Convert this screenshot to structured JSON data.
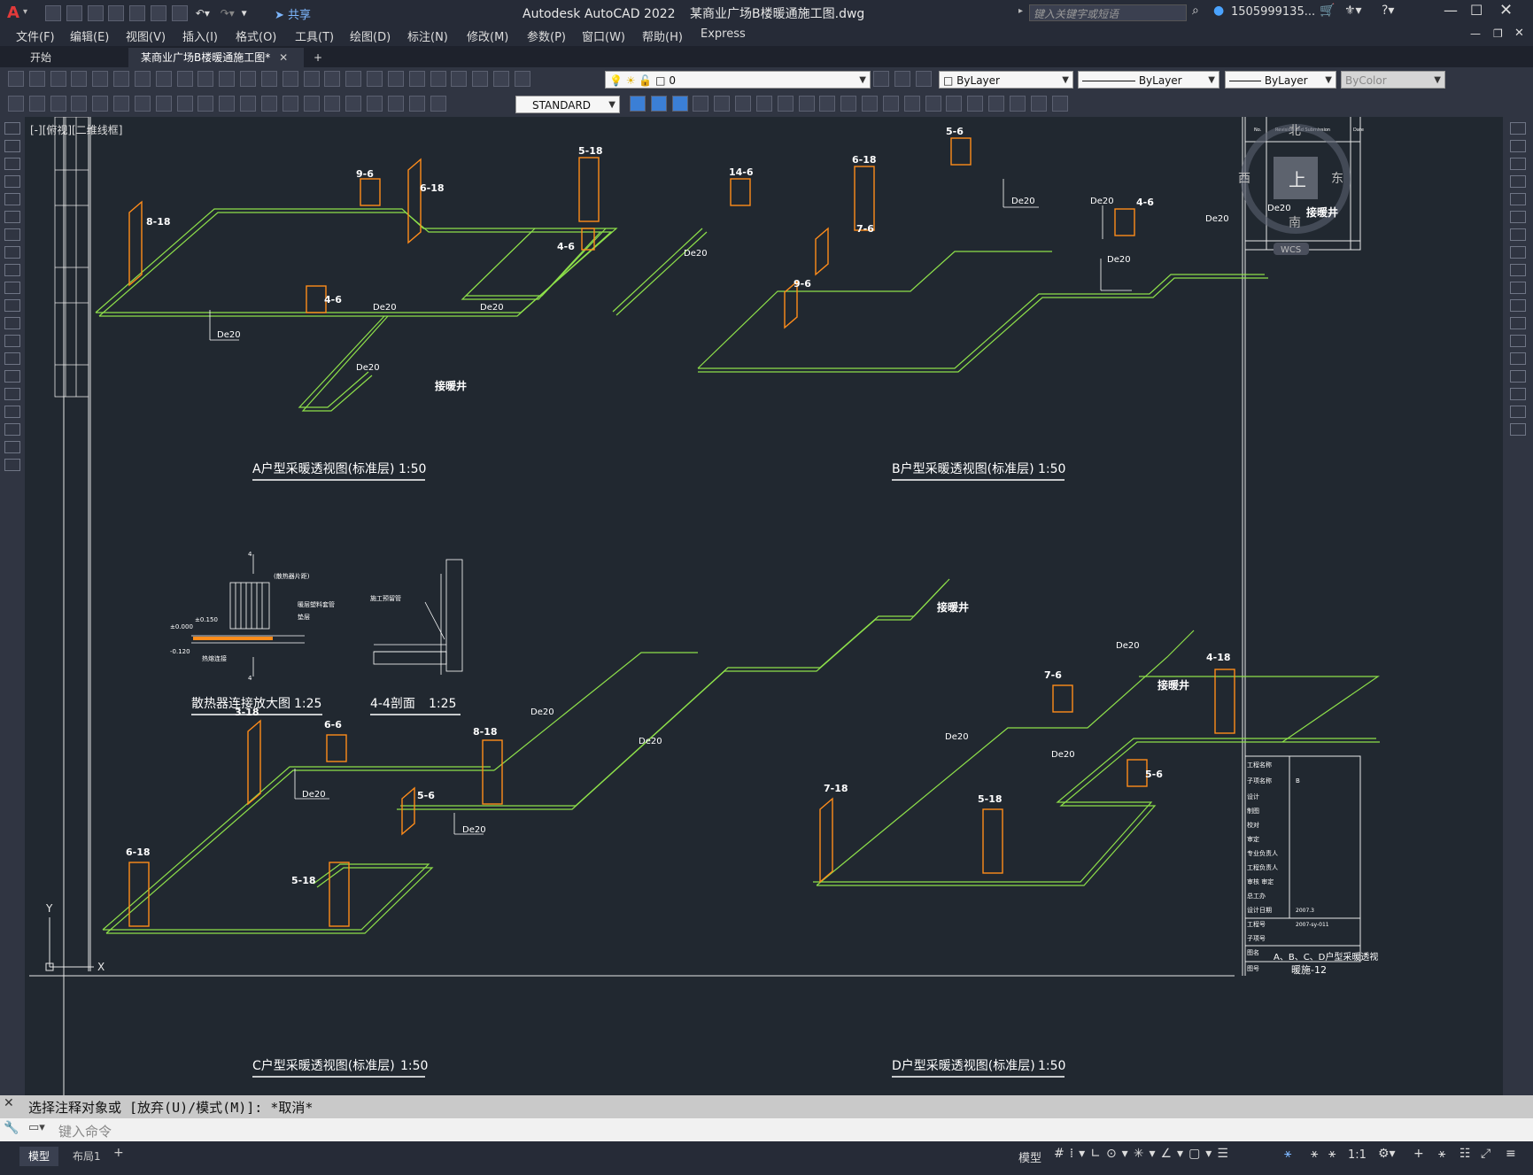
{
  "title_bar": {
    "app_title": "Autodesk AutoCAD 2022",
    "file_name": "某商业广场B楼暖通施工图.dwg",
    "share_label": "共享",
    "search_placeholder": "键入关键字或短语",
    "user_label": "1505999135...",
    "window_controls": [
      "minimize",
      "maximize",
      "close"
    ]
  },
  "menu": {
    "items": [
      "文件(F)",
      "编辑(E)",
      "视图(V)",
      "插入(I)",
      "格式(O)",
      "工具(T)",
      "绘图(D)",
      "标注(N)",
      "修改(M)",
      "参数(P)",
      "窗口(W)",
      "帮助(H)",
      "Express"
    ]
  },
  "tabs": {
    "start": "开始",
    "active": "某商业广场B楼暖通施工图*",
    "add": "+"
  },
  "toolbar": {
    "layer_value": "0",
    "color_value": "ByLayer",
    "linetype_value": "ByLayer",
    "lineweight_value": "ByLayer",
    "plotstyle_value": "ByColor",
    "textstyle_value": "STANDARD"
  },
  "viewport": {
    "label": "[-][俯视][二维线框]",
    "viewcube": {
      "north": "北",
      "south": "南",
      "east": "东",
      "west": "西",
      "top": "上",
      "wcs": "WCS"
    }
  },
  "drawing": {
    "titles": {
      "a": "A户型采暖透视图(标准层)",
      "b": "B户型采暖透视图(标准层)",
      "c": "C户型采暖透视图(标准层)",
      "d": "D户型采暖透视图(标准层)",
      "scale_50": "1:50",
      "detail": "散热器连接放大图",
      "section": "4-4剖面",
      "scale_25": "1:25"
    },
    "pipe_label": "De20",
    "shaft_label": "接暖井",
    "radiators": {
      "a": [
        "8-18",
        "9-6",
        "6-18",
        "5-18",
        "14-6",
        "4-6",
        "4-6"
      ],
      "b": [
        "5-6",
        "6-18",
        "4-6",
        "7-6",
        "9-6"
      ],
      "c": [
        "3-18",
        "6-6",
        "8-18",
        "5-6",
        "6-18",
        "5-18"
      ],
      "d": [
        "7-6",
        "4-18",
        "5-6",
        "7-18",
        "5-18"
      ]
    },
    "detail_notes": {
      "radiator_pieces": "(散热器片距)",
      "plastic_sleeve": "暖层塑料套管",
      "pad": "垫层",
      "elev_pos": "±0.150",
      "elev_zero": "±0.000",
      "elev_neg": "-0.120",
      "fitting": "热熔连接",
      "wall_pipe": "施工预留管",
      "section_mark": "4"
    },
    "title_block": {
      "project_label": "工程名称",
      "subproject_label": "子项名称",
      "subproject_value": "B",
      "design": "设计",
      "drawing": "制图",
      "check": "校对",
      "review": "审定",
      "discipline": "专业负责人",
      "chief": "工程负责人",
      "approve": "审核 审定",
      "chief_engineer": "总工办",
      "date_label": "设计日期",
      "date_value": "2007.3",
      "project_no_label": "工程号",
      "project_no_value": "2007-sy-011",
      "sub_no_label": "子项号",
      "drawing_name_label": "图名",
      "drawing_name_value": "A、B、C、D户型采暖透视",
      "drawing_no_label": "图号",
      "drawing_no_value": "暖施-12",
      "rev_header": [
        "No.",
        "Revision and Submission",
        "Date"
      ]
    }
  },
  "command": {
    "history": "选择注释对象或 [放弃(U)/模式(M)]: *取消*",
    "input_placeholder": "键入命令"
  },
  "status": {
    "tabs": [
      "模型",
      "布局1"
    ],
    "model_label": "模型",
    "scale": "1:1"
  },
  "colors": {
    "pipe": "#8ee04a",
    "radiator": "#ff8c1a",
    "canvas_bg": "#212830",
    "ui_bg": "#303542",
    "text": "#ffffff"
  }
}
